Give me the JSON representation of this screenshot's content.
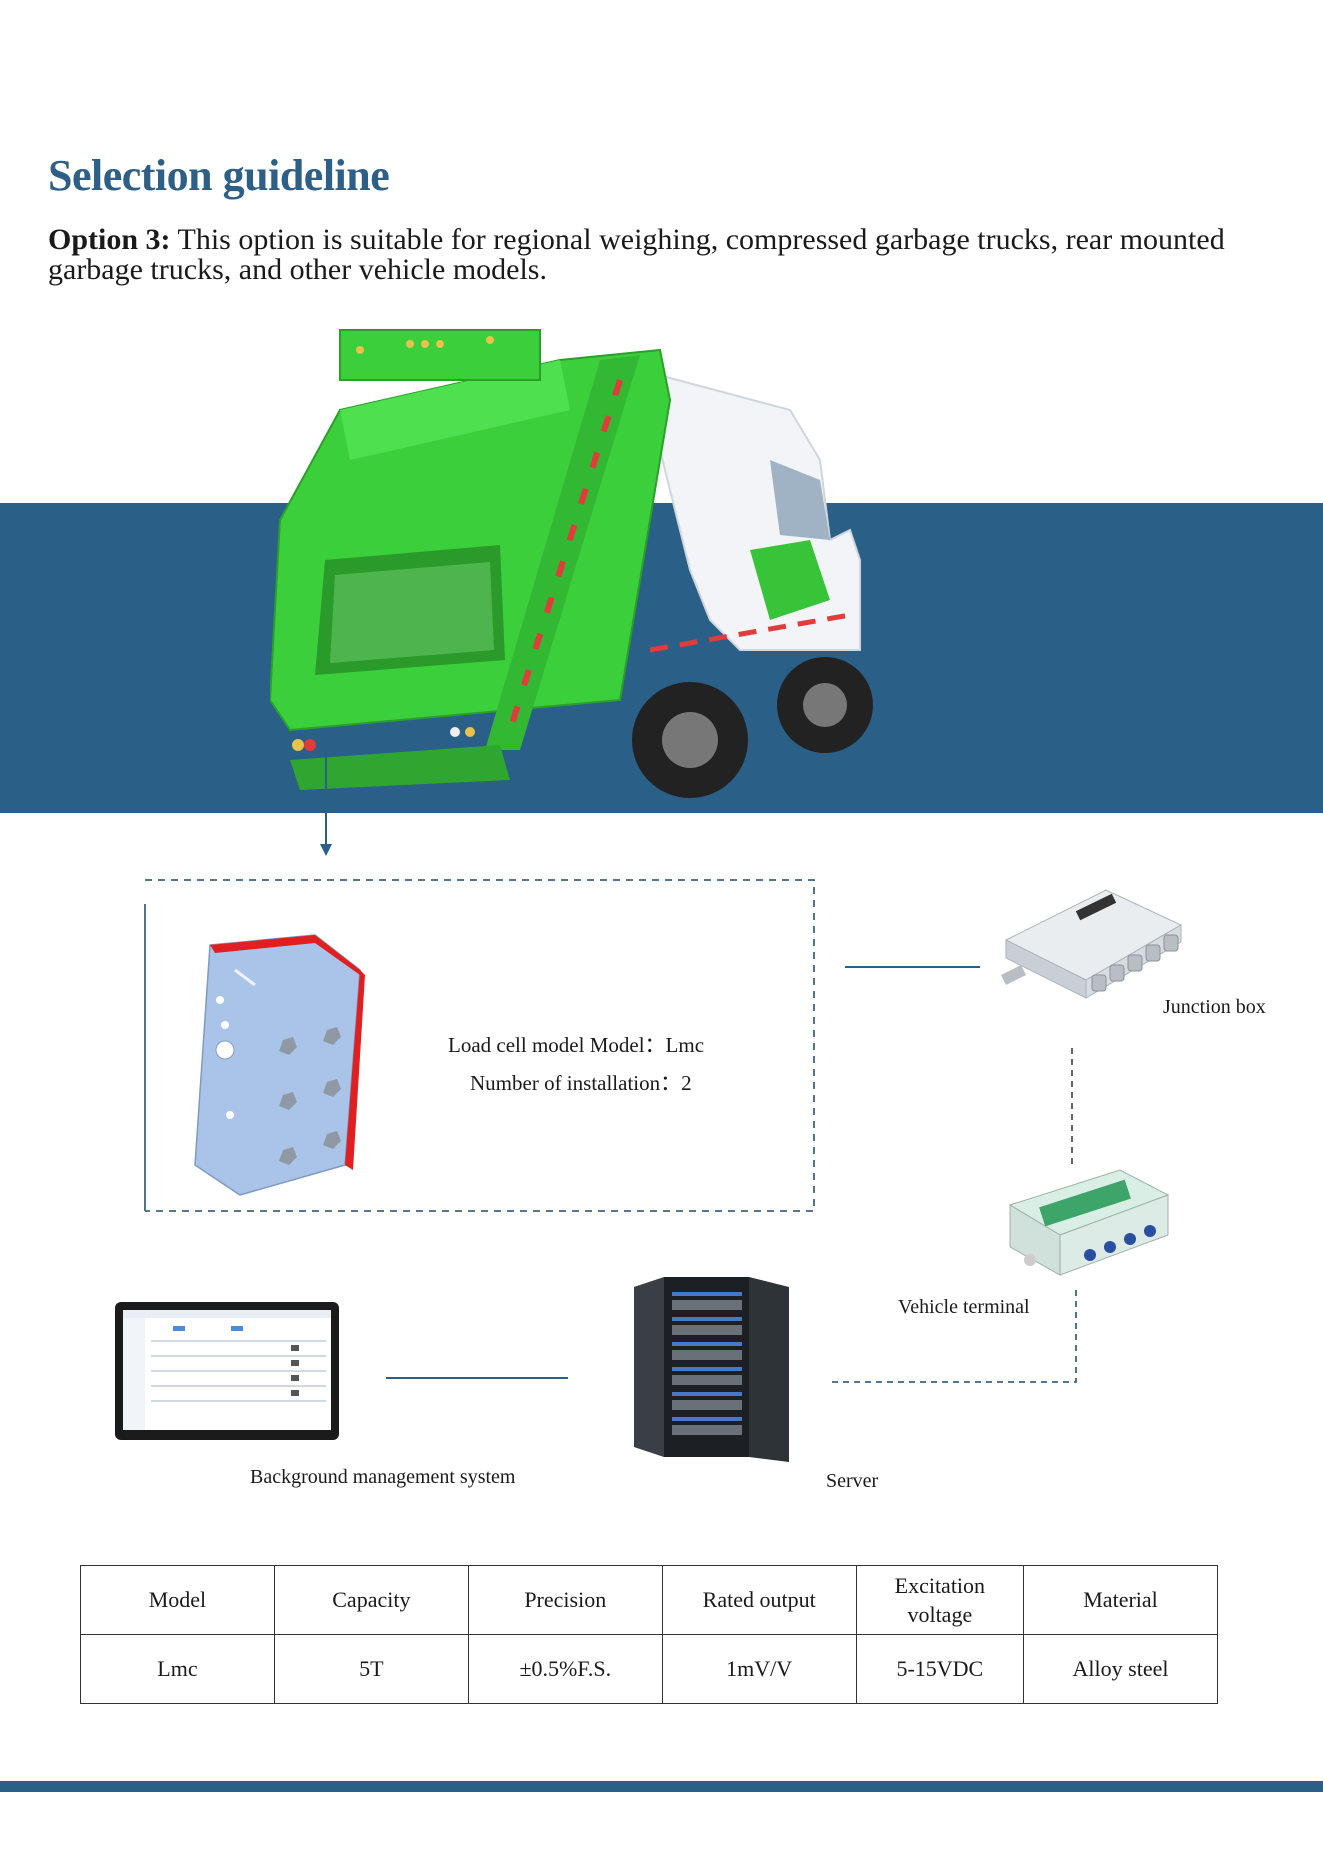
{
  "heading": "Selection guideline",
  "intro": {
    "label": "Option 3:",
    "text": " This option is suitable for regional weighing, compressed garbage trucks, rear mounted garbage trucks, and other vehicle models."
  },
  "load_cell": {
    "model_line": "Load cell model Model：Lmc",
    "installation_line": "Number of installation：2"
  },
  "components": {
    "junction_box": "Junction box",
    "vehicle_terminal": "Vehicle terminal",
    "server": "Server",
    "background_system": "Background management system"
  },
  "table": {
    "headers": [
      "Model",
      "Capacity",
      "Precision",
      "Rated output",
      "Excitation voltage",
      "Material"
    ],
    "rows": [
      [
        "Lmc",
        "5T",
        "±0.5%F.S.",
        "1mV/V",
        "5-15VDC",
        "Alloy steel"
      ]
    ]
  },
  "colors": {
    "accent": "#2a5f87",
    "truck_green": "#3ccf3c",
    "load_cell_blue": "#a9c4e8",
    "load_cell_red": "#e02020"
  }
}
